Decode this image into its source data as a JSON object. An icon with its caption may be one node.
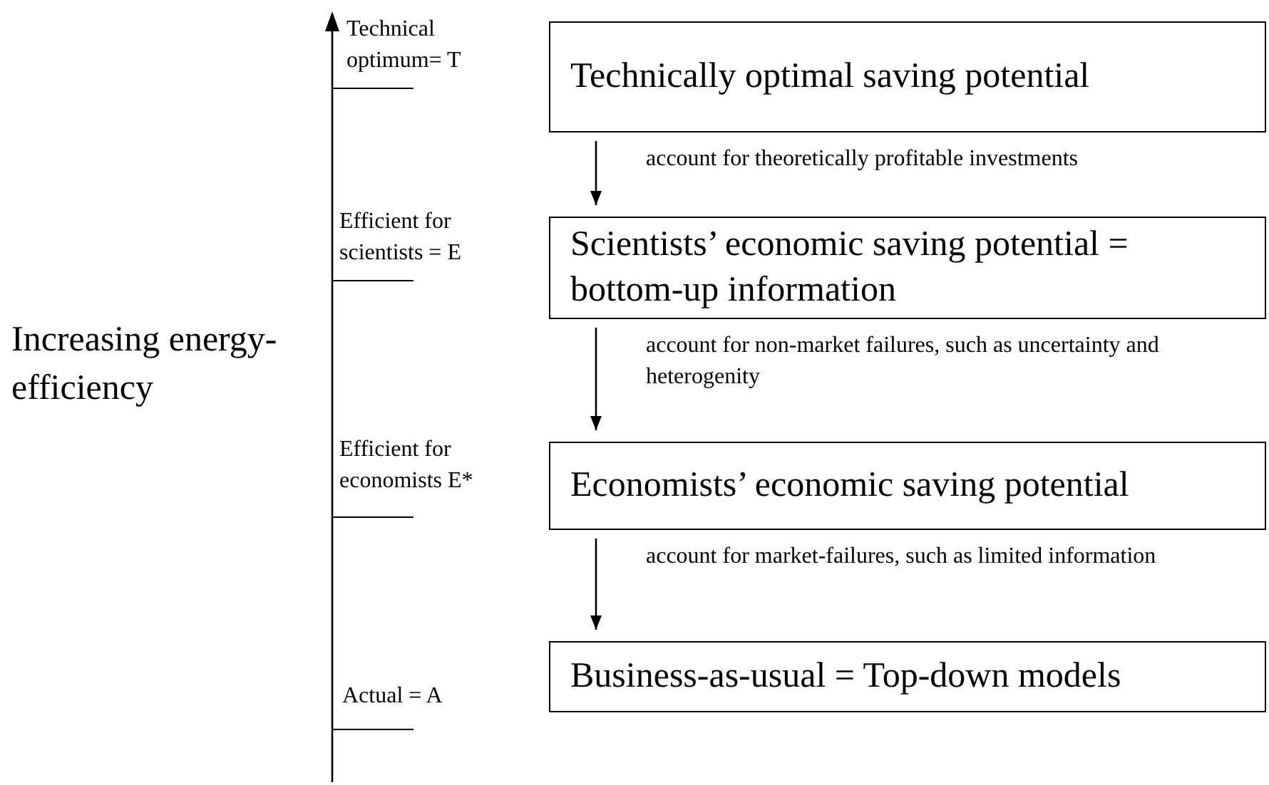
{
  "diagram": {
    "nodes": [
      {
        "text": [
          "Technically optimal saving potential"
        ]
      },
      {
        "text": [
          "Scientists’ economic saving potential = bottom-up information"
        ]
      },
      {
        "text": [
          "Economists’ economic saving potential"
        ]
      },
      {
        "text": [
          "Business-as-usual = Top-down models"
        ]
      }
    ],
    "edges": [
      {
        "from": 0,
        "to": 1,
        "arrow": "to",
        "label": "account for theoretically profitable investments"
      },
      {
        "from": 1,
        "to": 2,
        "arrow": "to",
        "label": "account for non-market failures, such as uncertainty and heterogenity"
      },
      {
        "from": 2,
        "to": 3,
        "arrow": "to",
        "label": "account for market-failures, such as limited information"
      }
    ],
    "labels": [
      "Technical optimum= T",
      "Efficient for scientists = E",
      "Increasing energy-efficiency",
      "Efficient for economists E*",
      "Actual = A"
    ]
  }
}
